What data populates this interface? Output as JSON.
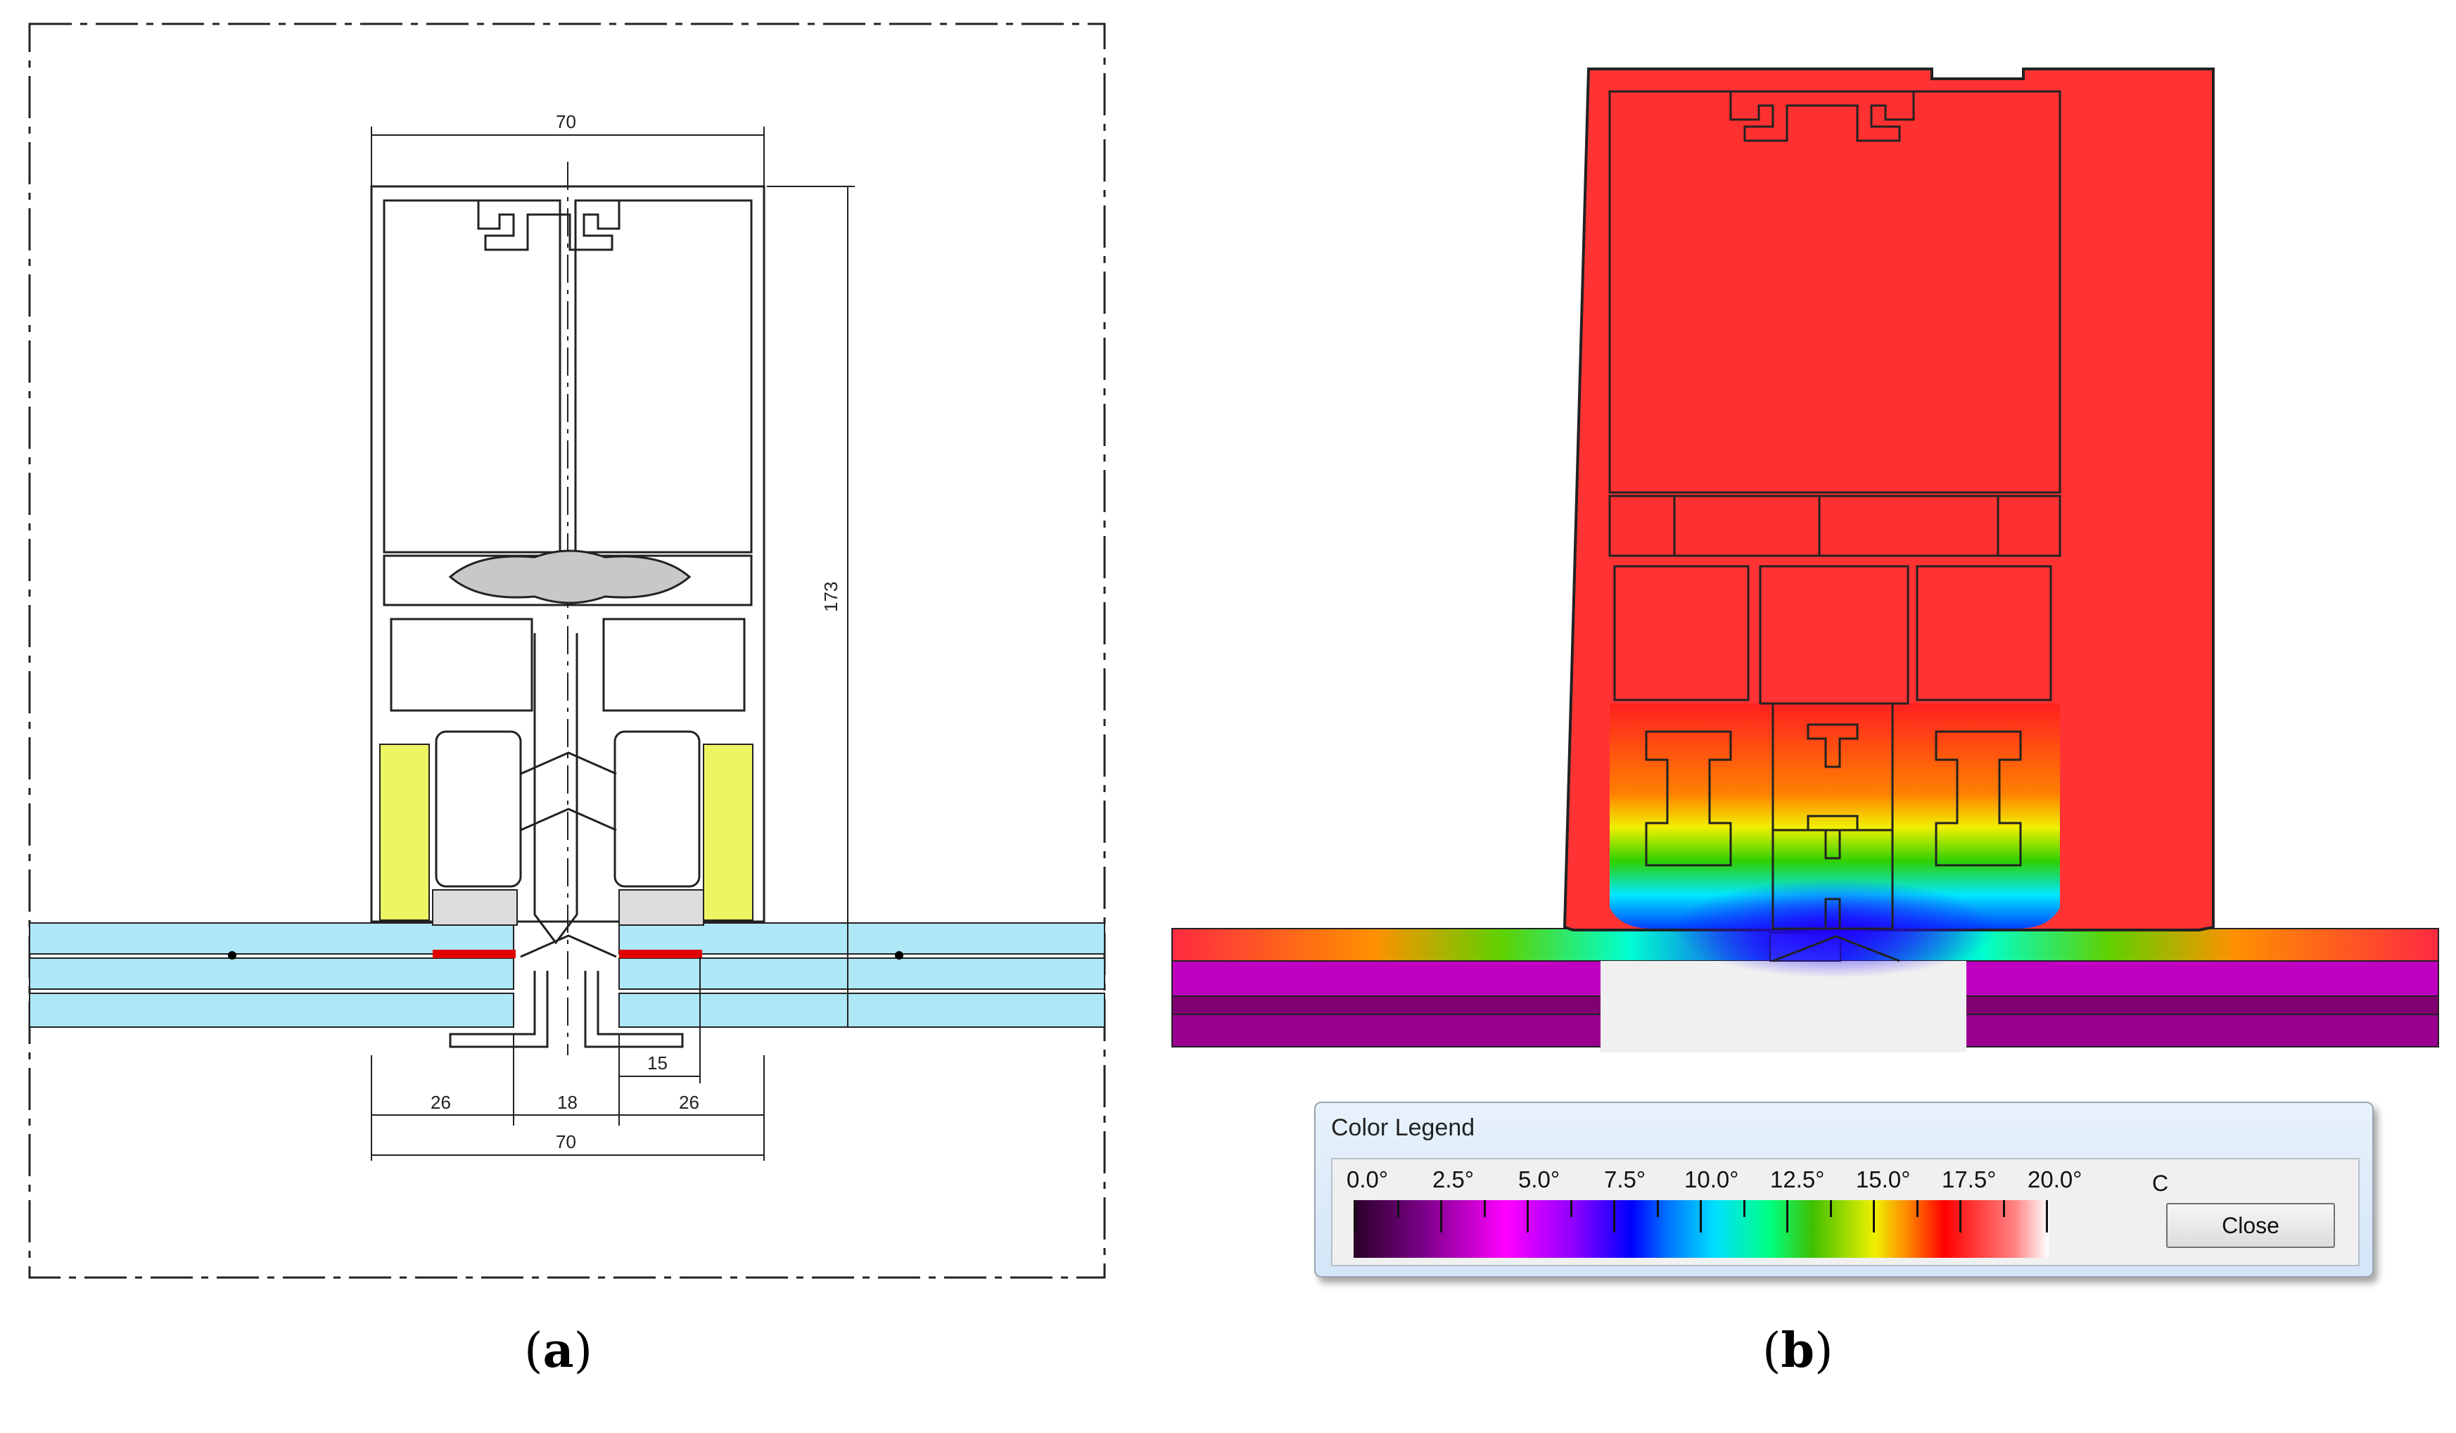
{
  "panel_a": {
    "dimensions": {
      "top_width": "70",
      "height": "173",
      "offset_15": "15",
      "left_26": "26",
      "center_18": "18",
      "right_26": "26",
      "bottom_width": "70"
    },
    "caption_letter": "a"
  },
  "panel_b": {
    "caption_letter": "b",
    "legend": {
      "title": "Color Legend",
      "ticks": [
        "0.0°",
        "2.5°",
        "5.0°",
        "7.5°",
        "10.0°",
        "12.5°",
        "15.0°",
        "17.5°",
        "20.0°"
      ],
      "unit": "C",
      "close_label": "Close",
      "scale_min": 0,
      "scale_max": 20,
      "colors": {
        "cold": "#2a0028",
        "magenta": "#ff00ff",
        "blue": "#0000ff",
        "cyan": "#00e0ff",
        "green": "#40c000",
        "yellow": "#f0f000",
        "red": "#ff0000",
        "warm": "#ffffff"
      }
    },
    "frame_color": "#ff3333"
  },
  "colors": {
    "glass": "#aee8f7",
    "insulation": "#eef562",
    "gasket": "#e00000",
    "line": "#222222"
  }
}
